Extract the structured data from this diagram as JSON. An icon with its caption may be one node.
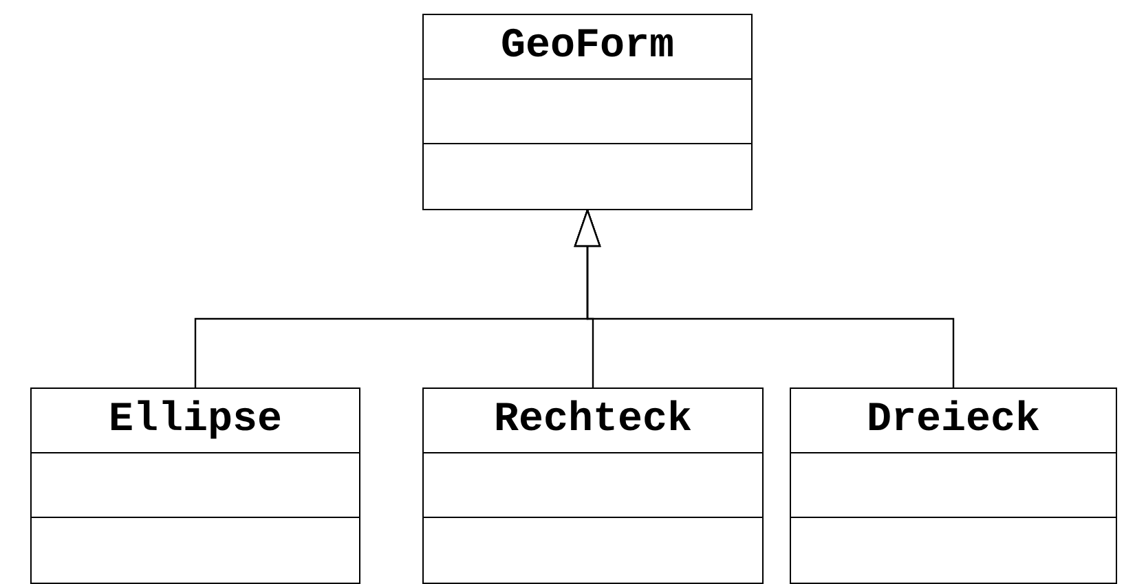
{
  "diagram": {
    "nodes": [
      {
        "text": [
          "GeoForm"
        ]
      },
      {
        "text": [
          "Ellipse"
        ]
      },
      {
        "text": [
          "Rechteck"
        ]
      },
      {
        "text": [
          "Dreieck"
        ]
      }
    ],
    "edges": [
      {
        "from": 1,
        "to": 0,
        "arrow": "to"
      },
      {
        "from": 2,
        "to": 0,
        "arrow": "to"
      },
      {
        "from": 3,
        "to": 0,
        "arrow": "to"
      }
    ]
  }
}
